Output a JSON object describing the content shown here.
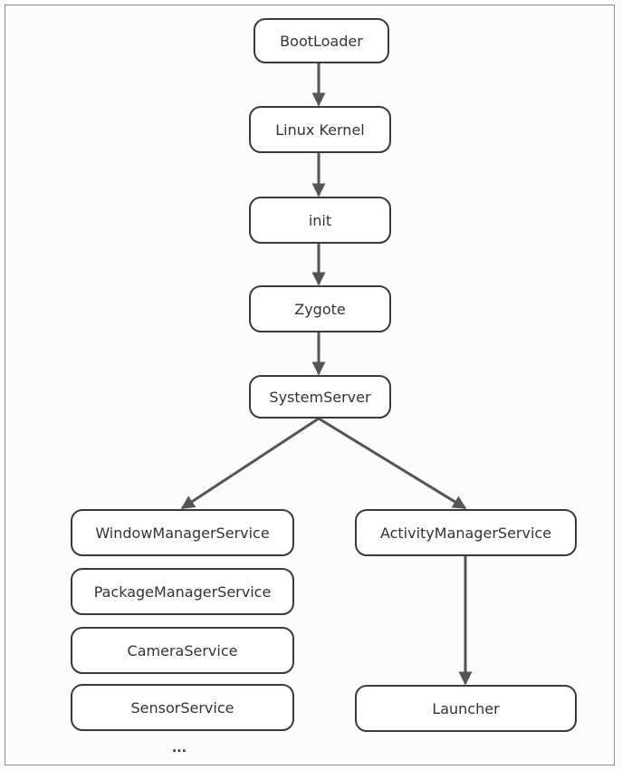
{
  "nodes": {
    "bootloader": "BootLoader",
    "linux_kernel": "Linux Kernel",
    "init": "init",
    "zygote": "Zygote",
    "system_server": "SystemServer",
    "window_manager_service": "WindowManagerService",
    "package_manager_service": "PackageManagerService",
    "camera_service": "CameraService",
    "sensor_service": "SensorService",
    "activity_manager_service": "ActivityManagerService",
    "launcher": "Launcher"
  },
  "more_indicator": "...",
  "colors": {
    "node_border": "#3a3a3a",
    "arrow": "#555555",
    "text": "#333333",
    "frame": "#8a8a8a"
  }
}
